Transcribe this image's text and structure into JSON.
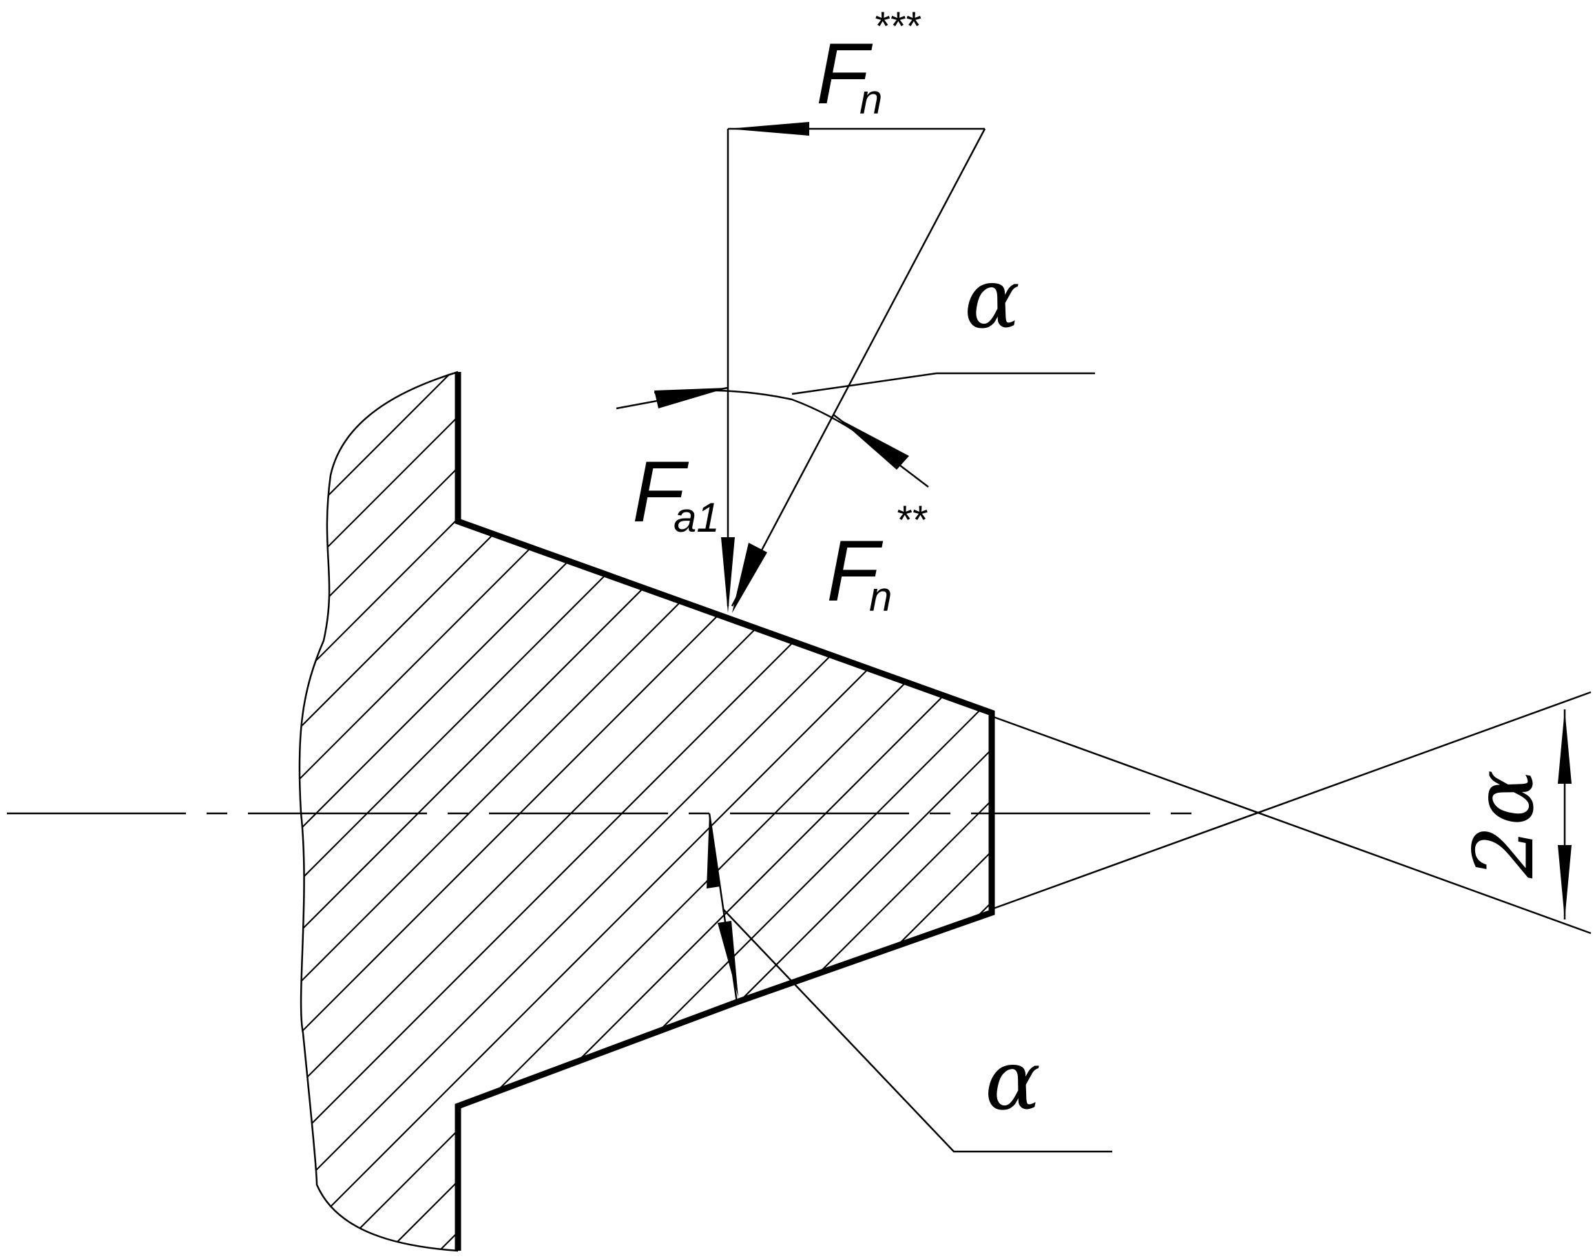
{
  "labels": {
    "f_n_star3": {
      "base": "F",
      "sub": "n",
      "sup": "***"
    },
    "f_a1": {
      "base": "F",
      "sub": "a1"
    },
    "f_n_star2": {
      "base": "F",
      "sub": "n",
      "sup": "**"
    },
    "alpha_top": "α",
    "alpha_bottom": "α",
    "two_alpha": "2α"
  }
}
